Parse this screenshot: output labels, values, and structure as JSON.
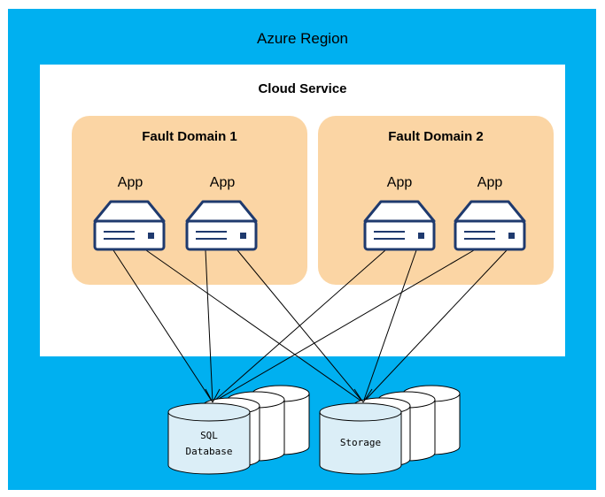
{
  "region": {
    "title": "Azure Region"
  },
  "cloud_service": {
    "title": "Cloud Service"
  },
  "fault_domains": [
    {
      "title": "Fault Domain 1",
      "apps": [
        "App",
        "App"
      ]
    },
    {
      "title": "Fault Domain 2",
      "apps": [
        "App",
        "App"
      ]
    }
  ],
  "data_stores": [
    {
      "line1": "SQL",
      "line2": "Database"
    },
    {
      "line1": "Storage"
    }
  ],
  "colors": {
    "region": "#00b0f0",
    "cloud_service": "#ffffff",
    "fault_domain": "#fbd5a4",
    "server_stroke": "#1f3a6e",
    "line": "#000000"
  }
}
